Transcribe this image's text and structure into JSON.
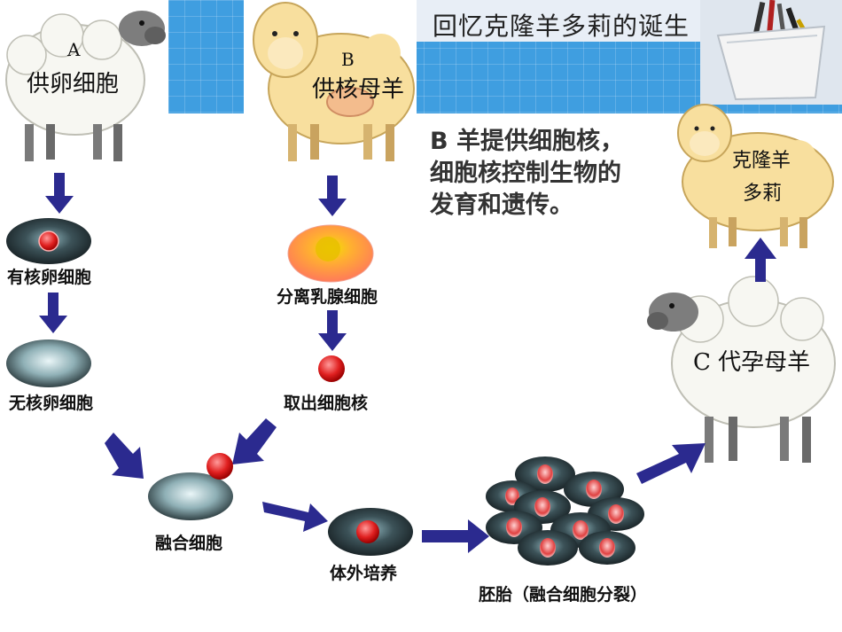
{
  "title": "回忆克隆羊多莉的诞生",
  "sheep_a": {
    "letter": "A",
    "role": "供卵细胞"
  },
  "sheep_b": {
    "letter": "B",
    "role": "供核母羊"
  },
  "sheep_c": {
    "label": "C 代孕母羊"
  },
  "clone": {
    "line1": "克隆羊",
    "line2": "多莉"
  },
  "info_lines": [
    "B 羊提供细胞核，",
    "细胞核控制生物的",
    "发育和遗传。"
  ],
  "steps": {
    "nucleated_egg": "有核卵细胞",
    "enucleated_egg": "无核卵细胞",
    "fused_cell": "融合细胞",
    "separated_cell": "分离乳腺细胞",
    "extract_nucleus": "取出细胞核",
    "culture": "体外培养",
    "embryo": "胚胎（融合细胞分裂）"
  },
  "colors": {
    "banner": "#3f9ee0",
    "arrow": "#2b2a8f",
    "cell_dark": "#1f2a2e",
    "nucleus": "#e02020"
  }
}
